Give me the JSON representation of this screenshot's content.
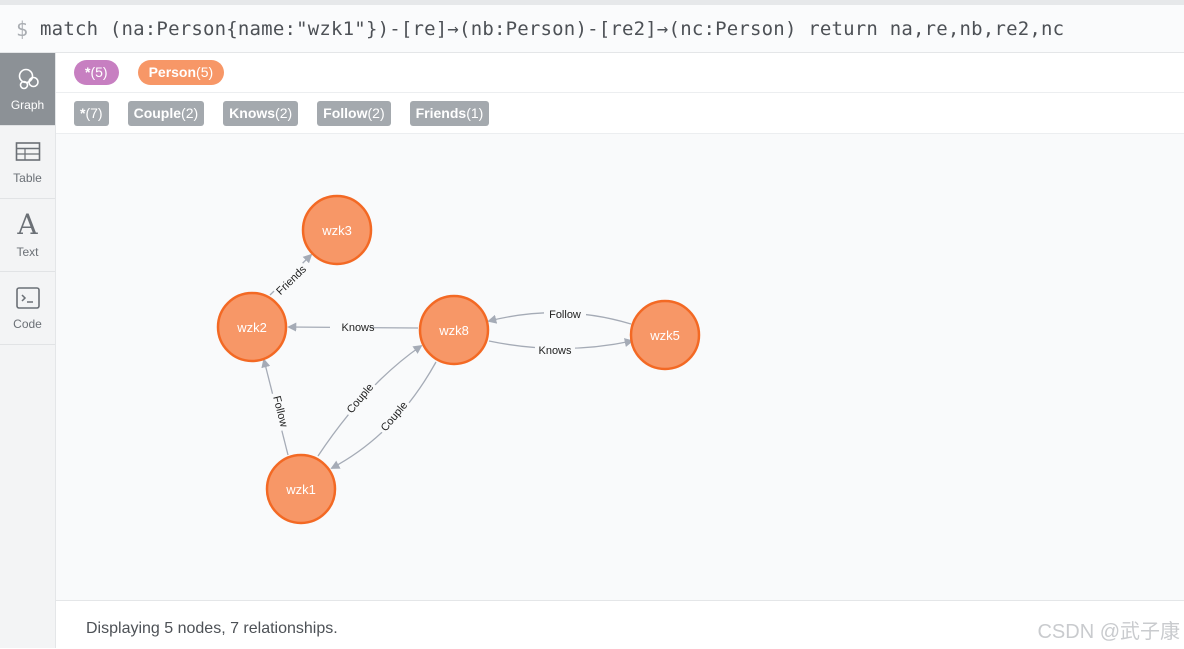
{
  "query": {
    "prompt": "$",
    "text": "match (na:Person{name:\"wzk1\"})-[re]→(nb:Person)-[re2]→(nc:Person) return na,re,nb,re2,nc"
  },
  "sidebar": {
    "items": [
      {
        "label": "Graph",
        "icon": "graph-icon",
        "active": true
      },
      {
        "label": "Table",
        "icon": "table-icon",
        "active": false
      },
      {
        "label": "Text",
        "icon": "text-icon",
        "active": false
      },
      {
        "label": "Code",
        "icon": "code-icon",
        "active": false
      }
    ]
  },
  "labels_legend": [
    {
      "name": "*",
      "count": "(5)",
      "color": "#c77fc1"
    },
    {
      "name": "Person",
      "count": "(5)",
      "color": "#f79767"
    }
  ],
  "rel_legend": [
    {
      "name": "*",
      "count": "(7)"
    },
    {
      "name": "Couple",
      "count": "(2)"
    },
    {
      "name": "Knows",
      "count": "(2)"
    },
    {
      "name": "Follow",
      "count": "(2)"
    },
    {
      "name": "Friends",
      "count": "(1)"
    }
  ],
  "graph": {
    "node_fill": "#f79767",
    "node_stroke": "#f36924",
    "edge_color": "#a5abb6",
    "nodes": [
      "wzk1",
      "wzk2",
      "wzk3",
      "wzk8",
      "wzk5"
    ],
    "edges": [
      {
        "from": "wzk1",
        "to": "wzk2",
        "label": "Follow"
      },
      {
        "from": "wzk1",
        "to": "wzk8",
        "label": "Couple"
      },
      {
        "from": "wzk8",
        "to": "wzk1",
        "label": "Couple"
      },
      {
        "from": "wzk2",
        "to": "wzk3",
        "label": "Friends"
      },
      {
        "from": "wzk8",
        "to": "wzk2",
        "label": "Knows"
      },
      {
        "from": "wzk8",
        "to": "wzk5",
        "label": "Knows"
      },
      {
        "from": "wzk5",
        "to": "wzk8",
        "label": "Follow"
      }
    ]
  },
  "status": "Displaying 5 nodes, 7 relationships.",
  "watermark": "CSDN @武子康"
}
